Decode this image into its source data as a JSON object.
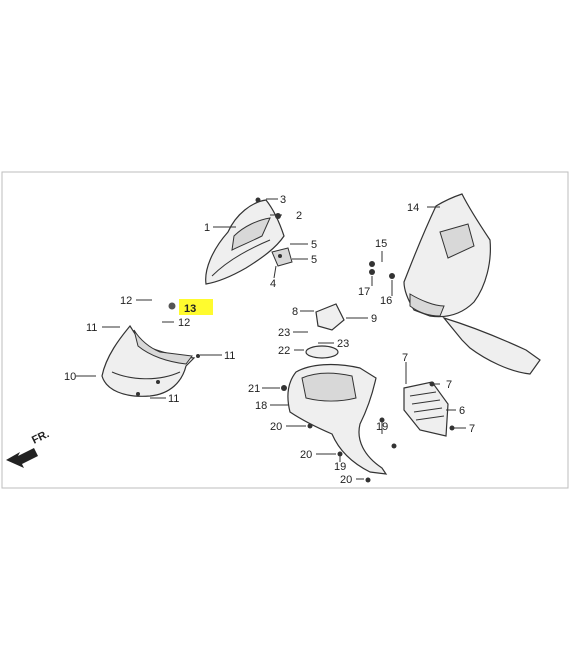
{
  "diagram": {
    "direction_label": "FR.",
    "highlight_color": "#fffb2e",
    "highlighted_callout": "13",
    "callouts": [
      {
        "id": "c1",
        "text": "1"
      },
      {
        "id": "c2",
        "text": "2"
      },
      {
        "id": "c3",
        "text": "3"
      },
      {
        "id": "c4",
        "text": "4"
      },
      {
        "id": "c5a",
        "text": "5"
      },
      {
        "id": "c5b",
        "text": "5"
      },
      {
        "id": "c6",
        "text": "6"
      },
      {
        "id": "c7a",
        "text": "7"
      },
      {
        "id": "c7b",
        "text": "7"
      },
      {
        "id": "c7c",
        "text": "7"
      },
      {
        "id": "c8",
        "text": "8"
      },
      {
        "id": "c9",
        "text": "9"
      },
      {
        "id": "c10",
        "text": "10"
      },
      {
        "id": "c11a",
        "text": "11"
      },
      {
        "id": "c11b",
        "text": "11"
      },
      {
        "id": "c11c",
        "text": "11"
      },
      {
        "id": "c12a",
        "text": "12"
      },
      {
        "id": "c12b",
        "text": "12"
      },
      {
        "id": "c13",
        "text": "13"
      },
      {
        "id": "c14",
        "text": "14"
      },
      {
        "id": "c15",
        "text": "15"
      },
      {
        "id": "c16",
        "text": "16"
      },
      {
        "id": "c17",
        "text": "17"
      },
      {
        "id": "c18",
        "text": "18"
      },
      {
        "id": "c19a",
        "text": "19"
      },
      {
        "id": "c19b",
        "text": "19"
      },
      {
        "id": "c20a",
        "text": "20"
      },
      {
        "id": "c20b",
        "text": "20"
      },
      {
        "id": "c20c",
        "text": "20"
      },
      {
        "id": "c21",
        "text": "21"
      },
      {
        "id": "c22",
        "text": "22"
      },
      {
        "id": "c23a",
        "text": "23"
      },
      {
        "id": "c23b",
        "text": "23"
      }
    ]
  }
}
